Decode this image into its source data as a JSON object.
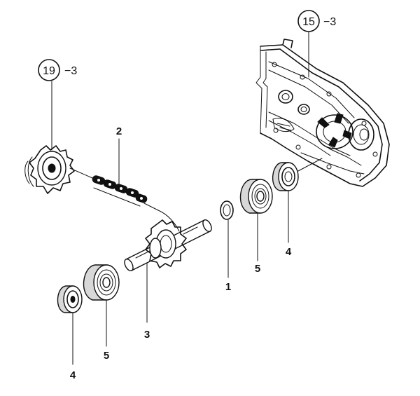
{
  "diagram": {
    "references": [
      {
        "circle": "15",
        "suffix": "−3"
      },
      {
        "circle": "19",
        "suffix": "−3"
      }
    ],
    "callouts": {
      "chain": "2",
      "shaft": "3",
      "washer": "1",
      "bearing_right": "5",
      "seal_right": "4",
      "bearing_left": "5",
      "seal_left": "4"
    }
  }
}
